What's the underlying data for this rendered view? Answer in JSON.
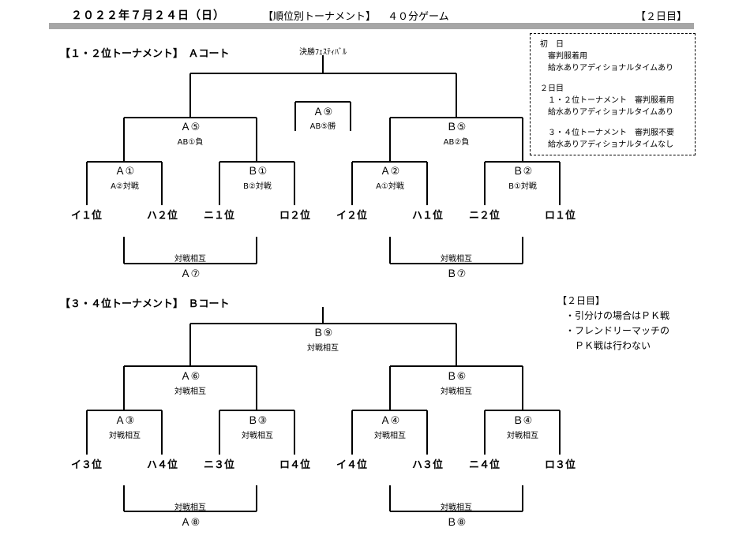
{
  "header": {
    "date": "２０２２年７月２４日（日）",
    "title": "【順位別トーナメント】",
    "format": "４０分ゲーム",
    "day": "【２日目】"
  },
  "notes_box": {
    "lines": [
      "初　日",
      "　審判服着用",
      "　給水ありアディショナルタイムあり",
      "２日目",
      "　１・２位トーナメント　審判服着用",
      "　給水ありアディショナルタイムあり",
      "　３・４位トーナメント　審判服不要",
      "　給水ありアディショナルタイムなし"
    ]
  },
  "notes_day2": {
    "title": "【２日目】",
    "lines": [
      "・引分けの場合はＰＫ戦",
      "・フレンドリーマッチの",
      "　ＰＫ戦は行わない"
    ]
  },
  "tournament_a": {
    "section_title": "【１・２位トーナメント】　Ａコート",
    "final_title": "決勝ﾌｪｽﾃｨﾊﾞﾙ",
    "a9": {
      "label": "Ａ⑨",
      "sub": "AB⑤勝"
    },
    "a5": {
      "label": "Ａ⑤",
      "sub": "AB①負"
    },
    "b5": {
      "label": "Ｂ⑤",
      "sub": "AB②負"
    },
    "a1": {
      "label": "Ａ①",
      "sub": "A②対戦"
    },
    "b1": {
      "label": "Ｂ①",
      "sub": "B②対戦"
    },
    "a2": {
      "label": "Ａ②",
      "sub": "A①対戦"
    },
    "b2": {
      "label": "Ｂ②",
      "sub": "B①対戦"
    },
    "teams": [
      "イ１位",
      "ハ２位",
      "ニ１位",
      "ロ２位",
      "イ２位",
      "ハ１位",
      "ニ２位",
      "ロ１位"
    ],
    "a7": {
      "label": "Ａ⑦",
      "sub": "対戦相互"
    },
    "b7": {
      "label": "Ｂ⑦",
      "sub": "対戦相互"
    }
  },
  "tournament_b": {
    "section_title": "【３・４位トーナメント】　Ｂコート",
    "b9": {
      "label": "Ｂ⑨",
      "sub": "対戦相互"
    },
    "a6": {
      "label": "Ａ⑥",
      "sub": "対戦相互"
    },
    "b6": {
      "label": "Ｂ⑥",
      "sub": "対戦相互"
    },
    "a3": {
      "label": "Ａ③",
      "sub": "対戦相互"
    },
    "b3": {
      "label": "Ｂ③",
      "sub": "対戦相互"
    },
    "a4": {
      "label": "Ａ④",
      "sub": "対戦相互"
    },
    "b4": {
      "label": "Ｂ④",
      "sub": "対戦相互"
    },
    "teams": [
      "イ３位",
      "ハ４位",
      "ニ３位",
      "ロ４位",
      "イ４位",
      "ハ３位",
      "ニ４位",
      "ロ３位"
    ],
    "a8": {
      "label": "Ａ⑧",
      "sub": "対戦相互"
    },
    "b8": {
      "label": "Ｂ⑧",
      "sub": "対戦相互"
    }
  }
}
